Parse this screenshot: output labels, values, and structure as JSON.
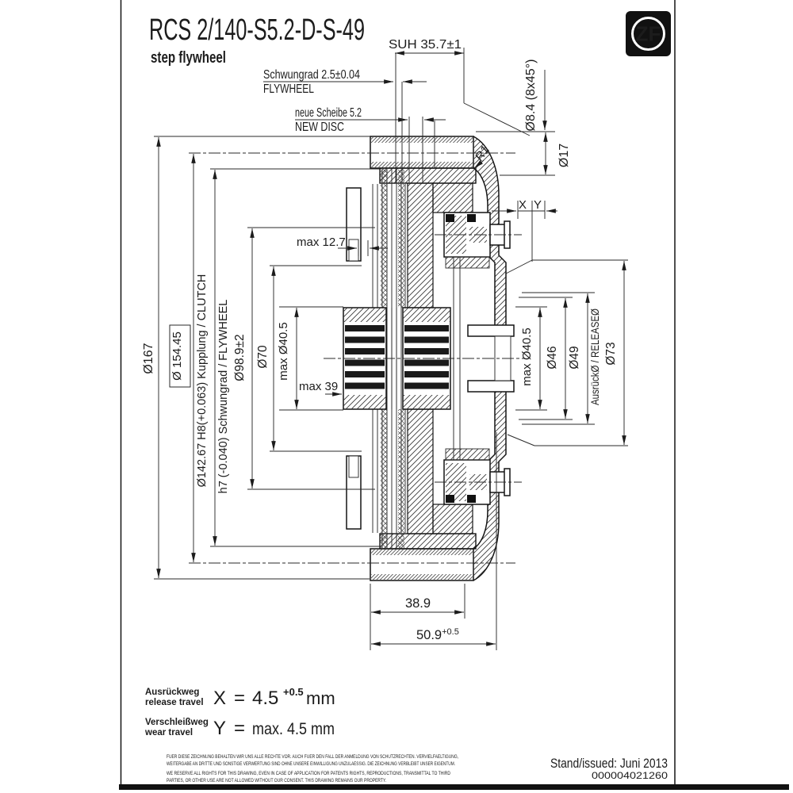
{
  "title": {
    "model": "RCS 2/140-S5.2-D-S-49",
    "subtitle": "step flywheel"
  },
  "logo": {
    "text": "ZF"
  },
  "top_labels": {
    "suh": "SUH 35.7±1",
    "schwungrad": "Schwungrad 2.5±0.04",
    "schwungrad_en": "FLYWHEEL",
    "scheibe": "neue Scheibe 5.2",
    "scheibe_en": "NEW DISC",
    "hole_chamfer": "Ø8.4 (8x45°)",
    "bolt_hole": "Ø17",
    "radius": "R1"
  },
  "travel_dims": {
    "x": "X",
    "y": "Y"
  },
  "left_dims": {
    "d167": "Ø167",
    "d154": "Ø 154.45",
    "d142_line1": "Ø142.67 H8(+0.063) Kupplung / CLUTCH",
    "d142_line2": "h7 (-0.040) Schwungrad / FLYWHEEL",
    "d98": "Ø98.9±2",
    "d70": "Ø70",
    "d40max": "max Ø40.5",
    "len39": "max 39",
    "len127": "max 12.7"
  },
  "right_dims": {
    "d40max": "max Ø40.5",
    "d46": "Ø46",
    "d49": "Ø49",
    "release": "AusrückØ / RELEASEØ",
    "d73": "Ø73"
  },
  "bottom_dims": {
    "len389": "38.9",
    "len509": "50.9",
    "len509_tol": "+0.5"
  },
  "travel_table": {
    "x_de": "Ausrückweg",
    "x_en": "release travel",
    "x_var": "X",
    "x_eq": "=",
    "x_val": "4.5",
    "x_tol": "+0.5",
    "x_unit": "mm",
    "y_de": "Verschleißweg",
    "y_en": "wear travel",
    "y_var": "Y",
    "y_eq": "=",
    "y_val": "max. 4.5 mm"
  },
  "legal": {
    "de1": "FUER DIESE ZEICHNUNG BEHALTEN WIR UNS ALLE RECHTE VOR. AUCH FUER DEN FALL DER ANMELDUNG VON SCHUTZRECHTEN. VERVIELFAELTIGUNG,",
    "de2": "WEITERGABE AN DRITTE UND SONSTIGE VERWERTUNG SIND OHNE UNSERE EINWILLIGUNG UNZULAESSIG. DIE ZEICHNUNG VERBLEIBT UNSER EIGENTUM.",
    "en1": "WE RESERVE ALL RIGHTS FOR THIS DRAWING, EVEN IN CASE OF APPLICATION FOR PATENTS RIGHTS, REPRODUCTIONS, TRANSMITTAL TO THIRD",
    "en2": "PARTIES, OR OTHER USE ARE NOT ALLOWED WITHOUT OUR CONSENT. THIS DRAWING REMAINS OUR PROPERTY."
  },
  "issue": {
    "stand": "Stand/issued: Juni 2013",
    "number": "000004021260"
  }
}
